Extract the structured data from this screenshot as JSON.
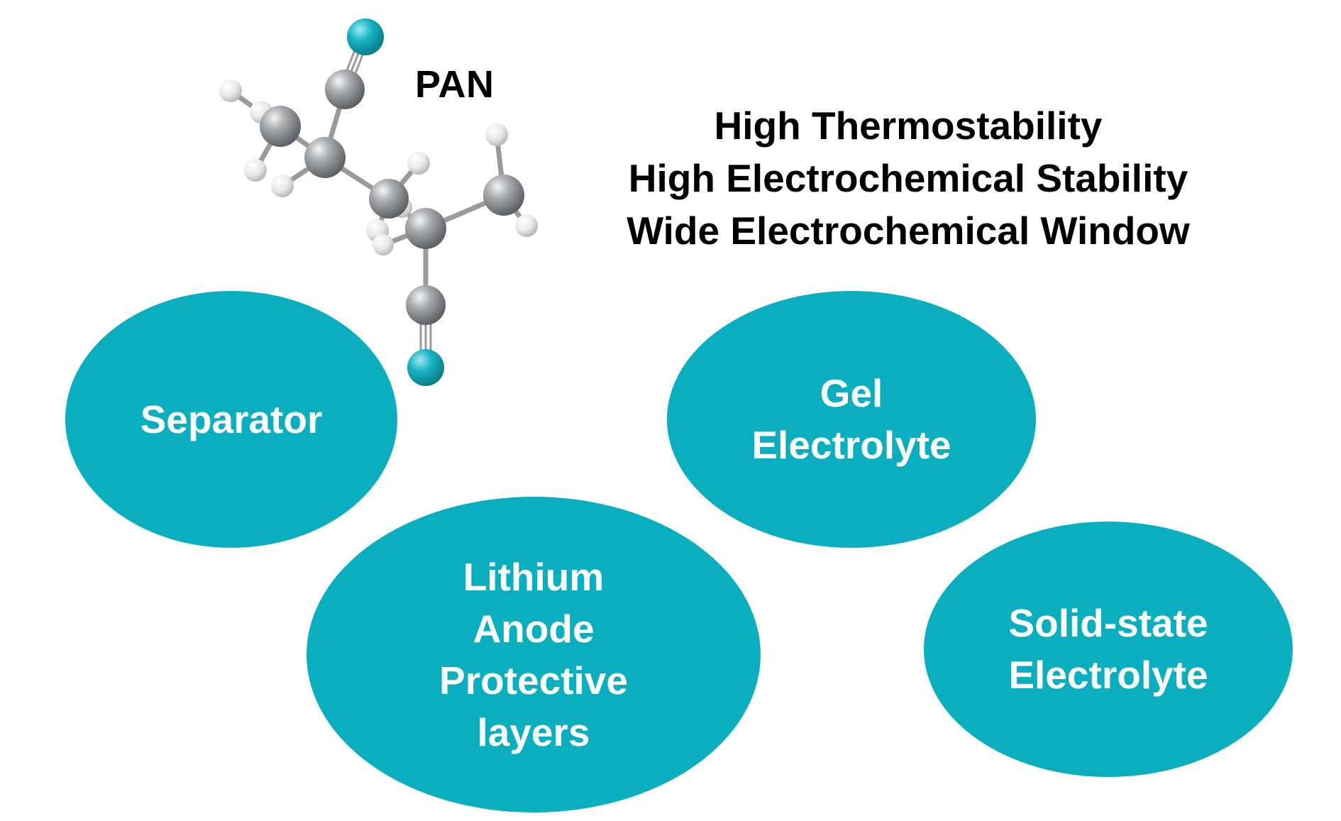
{
  "molecule": {
    "name": "PAN",
    "colors": {
      "carbon": "#8a8f93",
      "hydrogen": "#f2f2f2",
      "nitrogen": "#17b3c3",
      "bond": "#9a9a9a"
    }
  },
  "properties": [
    "High Thermostability",
    "High Electrochemical Stability",
    "Wide Electrochemical Window"
  ],
  "applications": {
    "separator": [
      "Separator"
    ],
    "gel": [
      "Gel",
      "Electrolyte"
    ],
    "lithium": [
      "Lithium",
      "Anode",
      "Protective",
      "layers"
    ],
    "solid": [
      "Solid-state",
      "Electrolyte"
    ]
  },
  "colors": {
    "bubble_fill": "#0aafbf",
    "bubble_text": "#ffffff",
    "text": "#000000"
  }
}
